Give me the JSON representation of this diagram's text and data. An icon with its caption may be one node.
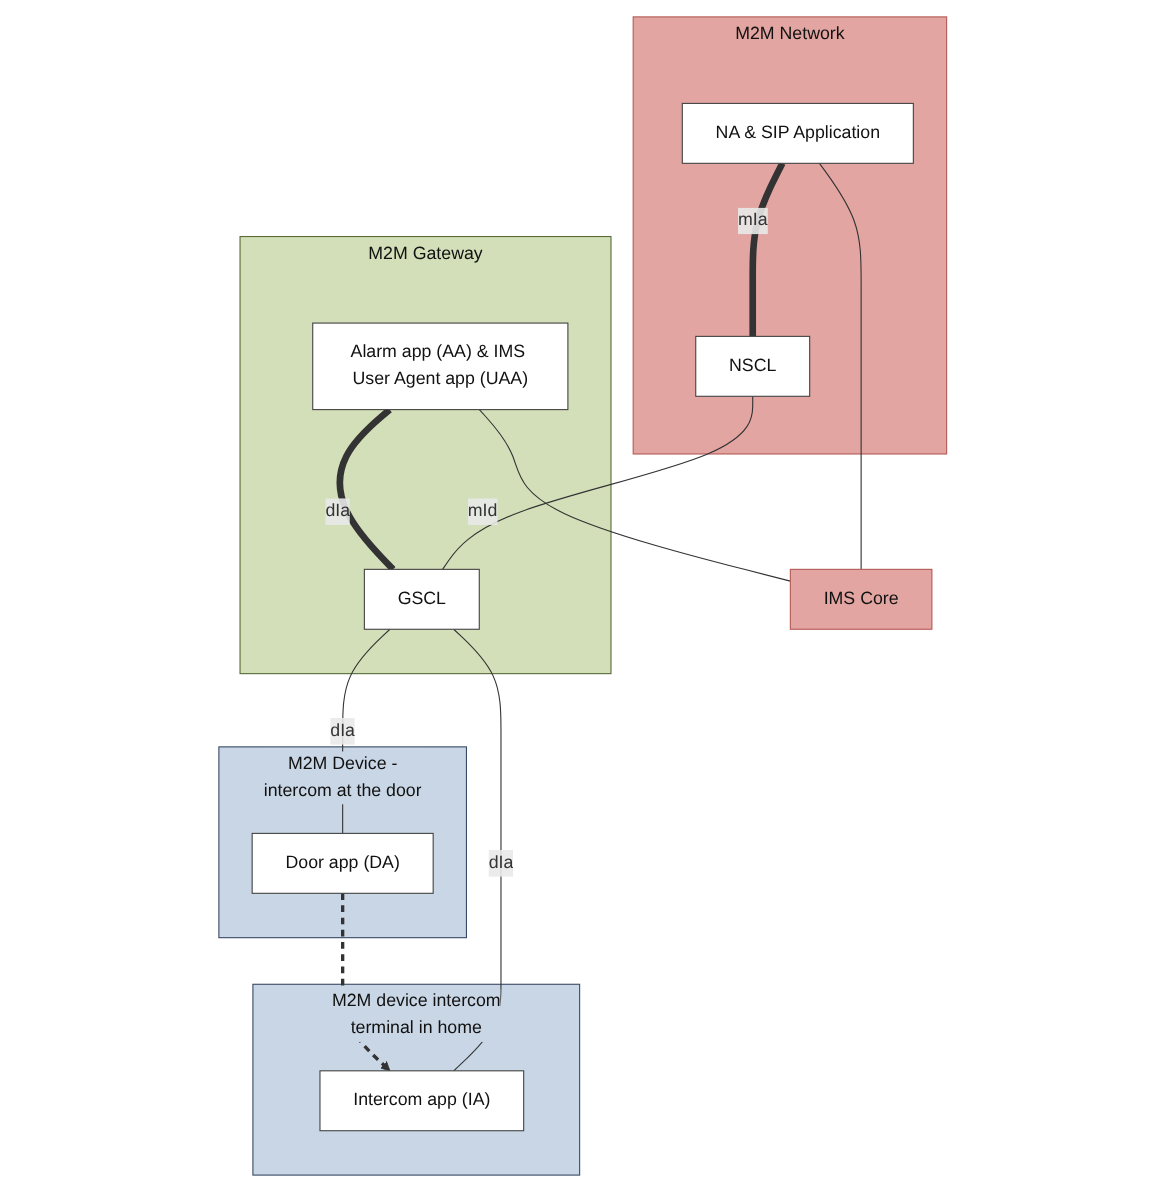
{
  "diagram": {
    "nodes": [
      {
        "text": [
          "M2M Network"
        ]
      },
      {
        "text": [
          "NA & SIP Application"
        ],
        "in": 0
      },
      {
        "text": [
          "NSCL"
        ],
        "in": 0
      },
      {
        "text": [
          "IMS Core"
        ]
      },
      {
        "text": [
          "M2M Gateway"
        ]
      },
      {
        "text": [
          "Alarm app (AA) & IMS User Agent app (UAA)"
        ],
        "in": 4
      },
      {
        "text": [
          "GSCL"
        ],
        "in": 4
      },
      {
        "text": [
          "M2M Device - intercom at the door"
        ]
      },
      {
        "text": [
          "Door app (DA)"
        ],
        "in": 7
      },
      {
        "text": [
          "M2M device intercom terminal in home"
        ]
      },
      {
        "text": [
          "Intercom app (IA)"
        ],
        "in": 9
      }
    ],
    "edges": [
      {
        "from": 1,
        "to": 2,
        "arrow": "none",
        "label": "mIa",
        "style": "thick"
      },
      {
        "from": 1,
        "to": 3,
        "arrow": "none"
      },
      {
        "from": 2,
        "to": 6,
        "arrow": "none",
        "label": "mId"
      },
      {
        "from": 5,
        "to": 3,
        "arrow": "none"
      },
      {
        "from": 5,
        "to": 6,
        "arrow": "none",
        "label": "dIa",
        "style": "thick"
      },
      {
        "from": 6,
        "to": 8,
        "arrow": "none",
        "label": "dIa"
      },
      {
        "from": 6,
        "to": 10,
        "arrow": "none",
        "label": "dIa"
      },
      {
        "from": 8,
        "to": 10,
        "arrow": "to",
        "style": "dashed"
      }
    ]
  }
}
